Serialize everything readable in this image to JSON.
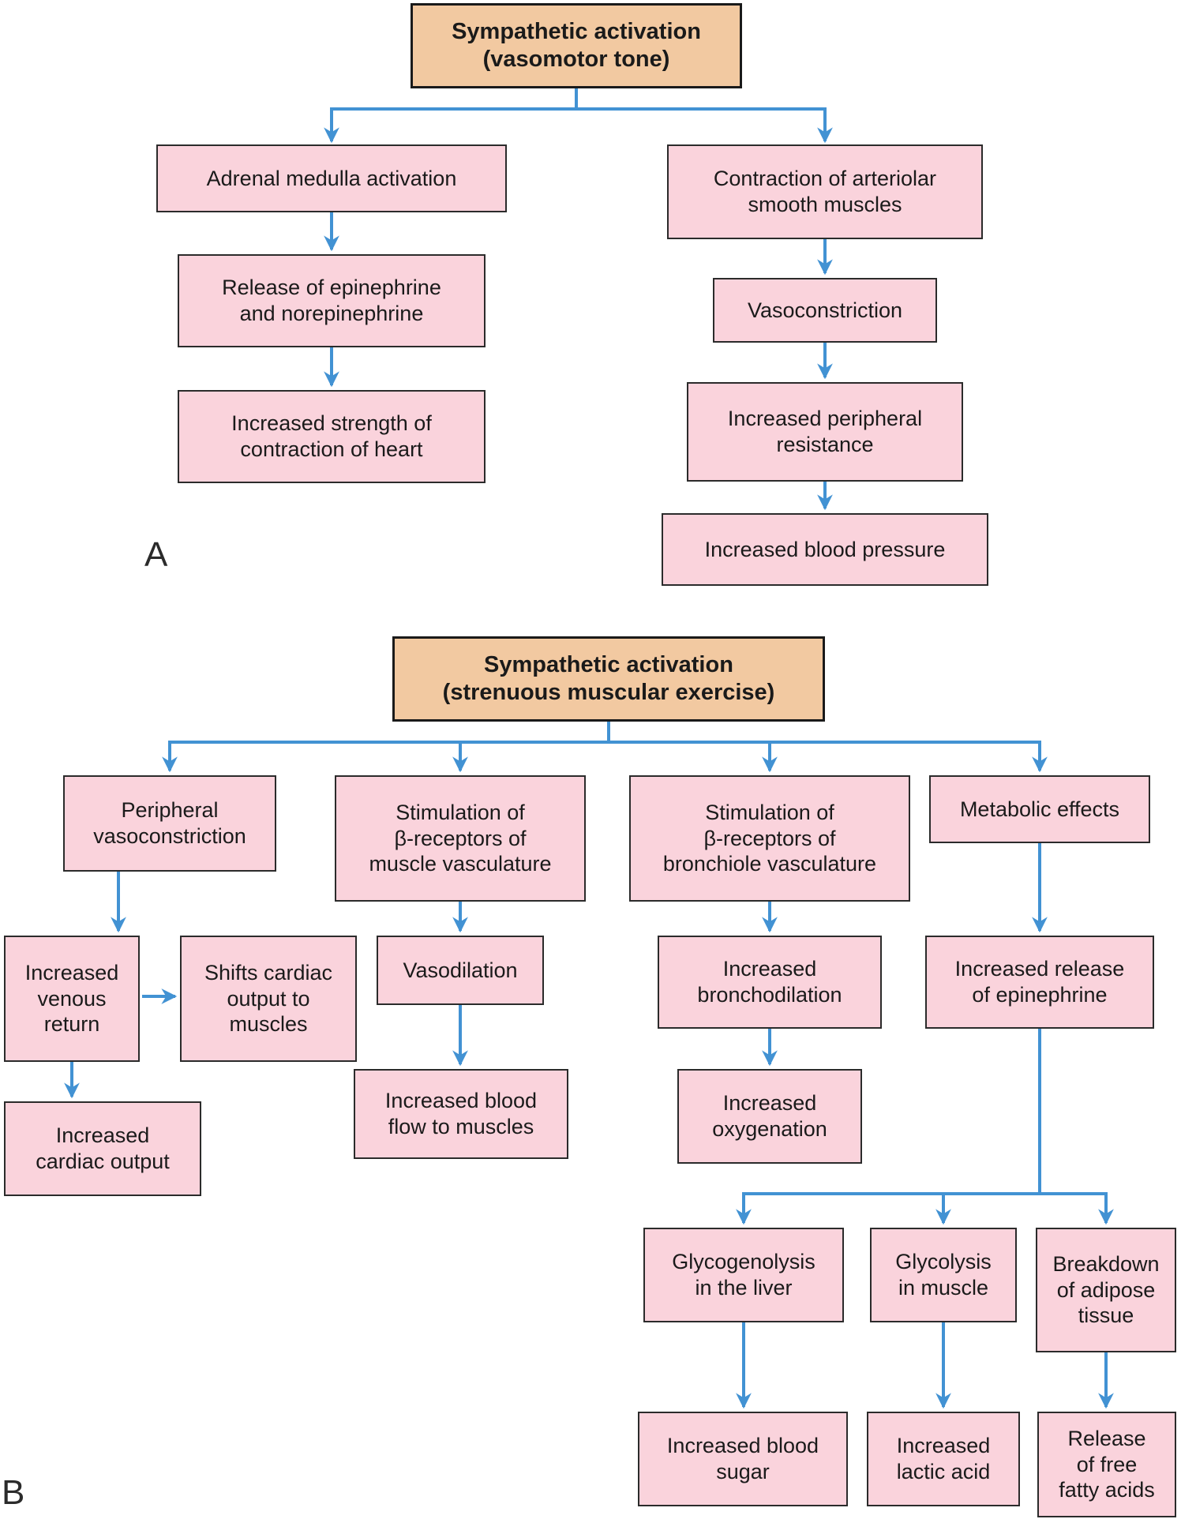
{
  "colors": {
    "header_fill": "#f2c9a1",
    "node_fill": "#fad3dc",
    "border": "#2b2b2b",
    "arrow": "#4292d3",
    "text": "#1a1a1a"
  },
  "a": {
    "label": "A",
    "header": "Sympathetic activation\n(vasomotor tone)",
    "left": [
      "Adrenal medulla activation",
      "Release of epinephrine\nand norepinephrine",
      "Increased strength of\ncontraction of heart"
    ],
    "right": [
      "Contraction of arteriolar\nsmooth muscles",
      "Vasoconstriction",
      "Increased peripheral\nresistance",
      "Increased blood pressure"
    ]
  },
  "b": {
    "label": "B",
    "header": "Sympathetic activation\n(strenuous muscular exercise)",
    "branch1": {
      "head": "Peripheral\nvasoconstriction",
      "venous_return": "Increased\nvenous\nreturn",
      "shifts_output": "Shifts cardiac\noutput to\nmuscles",
      "cardiac_output": "Increased\ncardiac output"
    },
    "branch2": {
      "head": "Stimulation of\nβ-receptors of\nmuscle vasculature",
      "vasodilation": "Vasodilation",
      "blood_flow": "Increased blood\nflow to muscles"
    },
    "branch3": {
      "head": "Stimulation of\nβ-receptors of\nbronchiole vasculature",
      "bronchodilation": "Increased\nbronchodilation",
      "oxygenation": "Increased\noxygenation"
    },
    "branch4": {
      "head": "Metabolic effects",
      "epinephrine": "Increased release\nof epinephrine",
      "glycogenolysis": "Glycogenolysis\nin the liver",
      "blood_sugar": "Increased blood\nsugar",
      "glycolysis": "Glycolysis\nin muscle",
      "lactic_acid": "Increased\nlactic acid",
      "adipose": "Breakdown\nof adipose\ntissue",
      "fatty_acids": "Release\nof free\nfatty acids"
    }
  }
}
